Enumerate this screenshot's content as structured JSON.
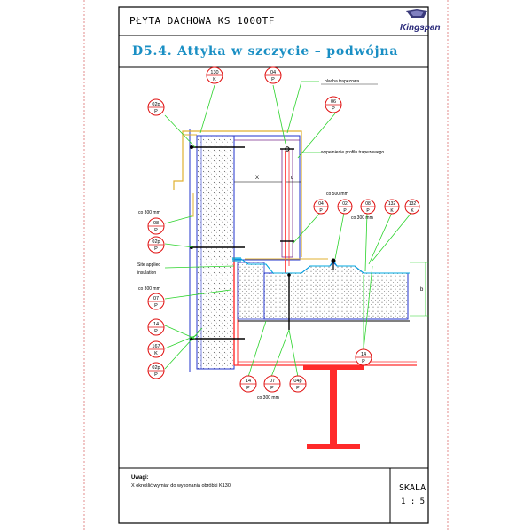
{
  "header": {
    "product": "PŁYTA DACHOWA KS 1000TF",
    "logo": "Kingspan",
    "drawing_title": "D5.4. Attyka w szczycie – podwójna"
  },
  "callouts": [
    {
      "id": "c1",
      "top": "130",
      "bottom": "K"
    },
    {
      "id": "c2",
      "top": "04",
      "bottom": "P"
    },
    {
      "id": "c3",
      "top": "02p",
      "bottom": "P"
    },
    {
      "id": "c4",
      "top": "06",
      "bottom": "P"
    },
    {
      "id": "c5",
      "top": "04",
      "bottom": "P"
    },
    {
      "id": "c6",
      "top": "02",
      "bottom": "P"
    },
    {
      "id": "c7",
      "top": "08",
      "bottom": "P"
    },
    {
      "id": "c8",
      "top": "132",
      "bottom": "K"
    },
    {
      "id": "c9",
      "top": "132",
      "bottom": "K"
    },
    {
      "id": "c10",
      "top": "08",
      "bottom": "P"
    },
    {
      "id": "c11",
      "top": "02p",
      "bottom": "P"
    },
    {
      "id": "c12",
      "top": "07",
      "bottom": "P"
    },
    {
      "id": "c13",
      "top": "14",
      "bottom": "P"
    },
    {
      "id": "c14",
      "top": "167",
      "bottom": "K"
    },
    {
      "id": "c15",
      "top": "02p",
      "bottom": "P"
    },
    {
      "id": "c16",
      "top": "14",
      "bottom": "P"
    },
    {
      "id": "c17",
      "top": "07",
      "bottom": "P"
    },
    {
      "id": "c18",
      "top": "04p",
      "bottom": "P"
    },
    {
      "id": "c19",
      "top": "14",
      "bottom": "P"
    }
  ],
  "annotations": {
    "blacha": "blacha trapezowa",
    "wypelnienie": "wypełnienie profilu trapezowego",
    "dim_x": "X",
    "dim_d": "d",
    "dim_b": "b",
    "co300_a": "co 300 mm",
    "co500": "co 500 mm",
    "co300_b": "co 300 mm",
    "site_applied_1": "Site applied",
    "site_applied_2": "insulation",
    "co300_c": "co 300 mm",
    "co300_d": "co 300 mm"
  },
  "footer": {
    "notes_label": "Uwagi:",
    "note_text": "X określić wymiar do wykonania obróbki K130",
    "scale_label": "SKALA",
    "scale_value": "1 : 5"
  },
  "colors": {
    "frame": "#000000",
    "title_blue": "#1a8fc4",
    "steel_red": "#ff2a2a",
    "callout_red": "#e01010",
    "leader_green": "#2bd32b",
    "purple": "#7a2a8a",
    "blue_line": "#2233cc",
    "flashing_yellow": "#e0b030",
    "cyan": "#00a8e0",
    "insulation_fill": "#f4f4f4"
  }
}
